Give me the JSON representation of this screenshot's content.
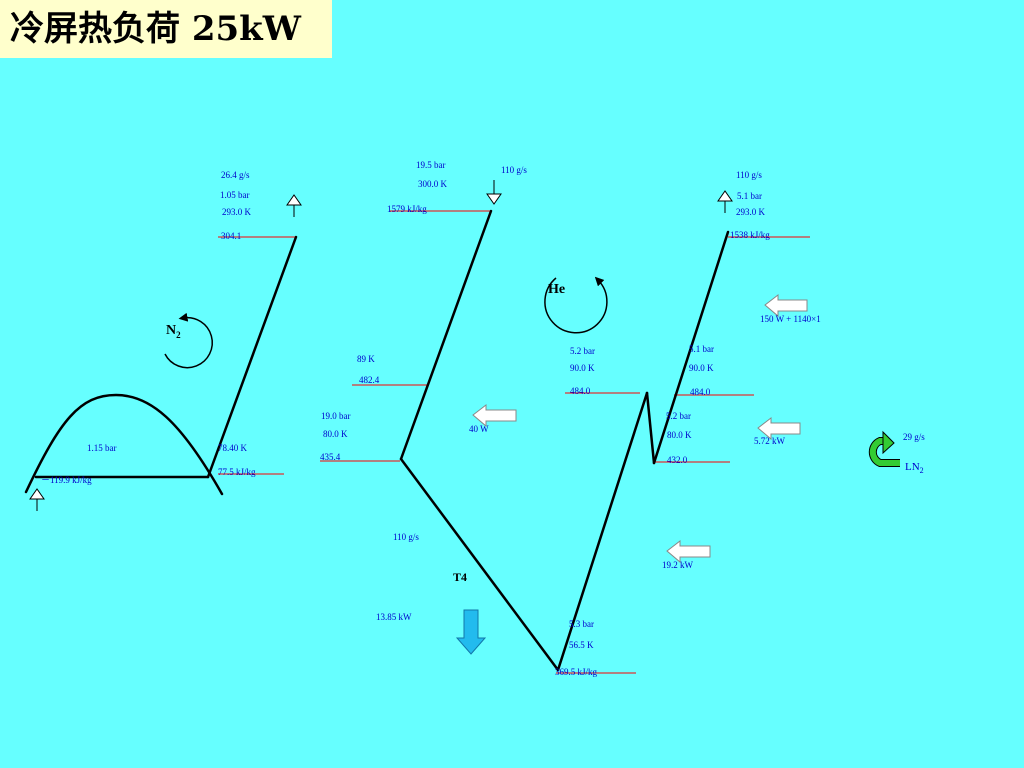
{
  "title": "冷屏热负荷 25kW",
  "colors": {
    "background": "#66ffff",
    "title_background": "#ffffcc",
    "label_text": "#0000cc",
    "process_line": "#000000",
    "state_line": "#ff0000",
    "heat_arrow": "#ffffff",
    "ln2_arrow": "#33cc33",
    "t4_arrow": "#22bbee"
  },
  "icons": {
    "cycle": "circular-arrow-icon",
    "heat": "left-arrow-icon",
    "inlet": "up-arrow-icon",
    "outlet": "down-arrow-icon",
    "ln2": "u-turn-arrow-icon"
  },
  "n2": {
    "name": "N",
    "sub": "2",
    "flow": "26.4 g/s",
    "outlet_pressure": "1.05 bar",
    "outlet_temp": "293.0 K",
    "outlet_enthalpy": "304.1",
    "dome_pressure": "1.15 bar",
    "sat_temp": "78.40 K",
    "sat_enthalpy": "77.5 kJ/kg",
    "inlet_enthalpy": "－119.9 kJ/kg"
  },
  "he": {
    "name": "He",
    "in_pressure": "19.5 bar",
    "in_temp": "300.0 K",
    "in_enthalpy": "1579 kJ/kg",
    "in_flow": "110 g/s",
    "p1_temp": "89 K",
    "p1_enthalpy": "482.4",
    "p2_pressure": "19.0 bar",
    "p2_temp": "80.0 K",
    "p2_enthalpy": "435.4",
    "heat_40": "40 W",
    "mid_flow": "110 g/s",
    "turbine": "T4",
    "turbine_power": "13.85 kW",
    "low_pressure": "5.3 bar",
    "low_temp": "56.5 K",
    "low_enthalpy": "369.5 kJ/kg",
    "heat_19": "19.2 kW",
    "p3_pressure": "5.2 bar",
    "p3_temp": "90.0 K",
    "p3_enthalpy": "484.0",
    "p4_pressure": "5.1 bar",
    "p4_temp": "90.0 K",
    "p4_enthalpy": "484.0",
    "p5_pressure": "5.2 bar",
    "p5_temp": "80.0 K",
    "p5_enthalpy": "432.0",
    "heat_572": "5.72 kW",
    "heat_150": "150 W + 1140×1",
    "out_flow": "110 g/s",
    "out_pressure": "5.1 bar",
    "out_temp": "293.0 K",
    "out_enthalpy": "1538 kJ/kg"
  },
  "ln2": {
    "name": "LN",
    "sub": "2",
    "flow": "29 g/s"
  }
}
